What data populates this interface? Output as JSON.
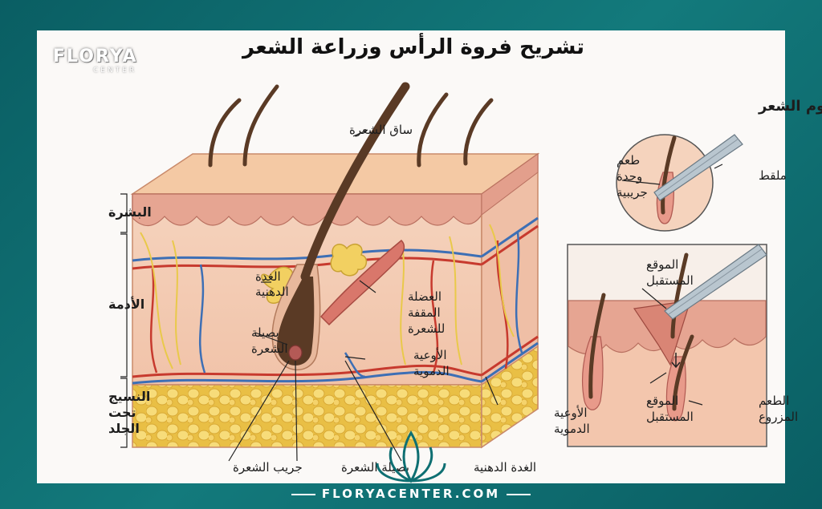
{
  "title": "تشريح فروة الرأس وزراعة الشعر",
  "brand": {
    "name": "FLORYA",
    "sub": "CENTER",
    "footer": "FLORYACENTER.COM"
  },
  "layers": {
    "epidermis": "البشرة",
    "dermis": "الأدمة",
    "subcutaneous_1": "النسيج",
    "subcutaneous_2": "تحت",
    "subcutaneous_3": "الجلد"
  },
  "labels": {
    "hair_shaft": "ساق الشعرة",
    "sebaceous_1": "الغدة",
    "sebaceous_2": "الدهنية",
    "hair_bulb_1": "بصيلة",
    "hair_bulb_2": "الشعرة",
    "arrector_1": "العضلة",
    "arrector_2": "المقفة",
    "arrector_3": "للشعرة",
    "vessels_1": "الأوعية",
    "vessels_2": "الدموية",
    "vessels_right_1": "الأوعية",
    "vessels_right_2": "الدموية",
    "follicle": "جريب الشعرة",
    "bulb_bottom": "بصيلة الشعرة",
    "gland_bottom": "الغدة الدهنية"
  },
  "graft": {
    "heading": "زراعة طعوم الشعر",
    "unit_1": "طعم",
    "unit_2": "وحدة",
    "unit_3": "جريبية",
    "forceps": "ملقط",
    "recipient_top_1": "الموقع",
    "recipient_top_2": "المستقبل",
    "recipient_bottom_1": "الموقع",
    "recipient_bottom_2": "المستقبل",
    "implanted_1": "الطعم",
    "implanted_2": "المزروع"
  },
  "colors": {
    "frame": "#0e6f72",
    "skin": "#f3c7a8",
    "epidermis": "#e9a893",
    "fat": "#f2cf5c",
    "hair": "#5a3a25",
    "artery": "#c73a2e",
    "vein": "#3d6fb5",
    "nerve": "#e9c94a"
  }
}
